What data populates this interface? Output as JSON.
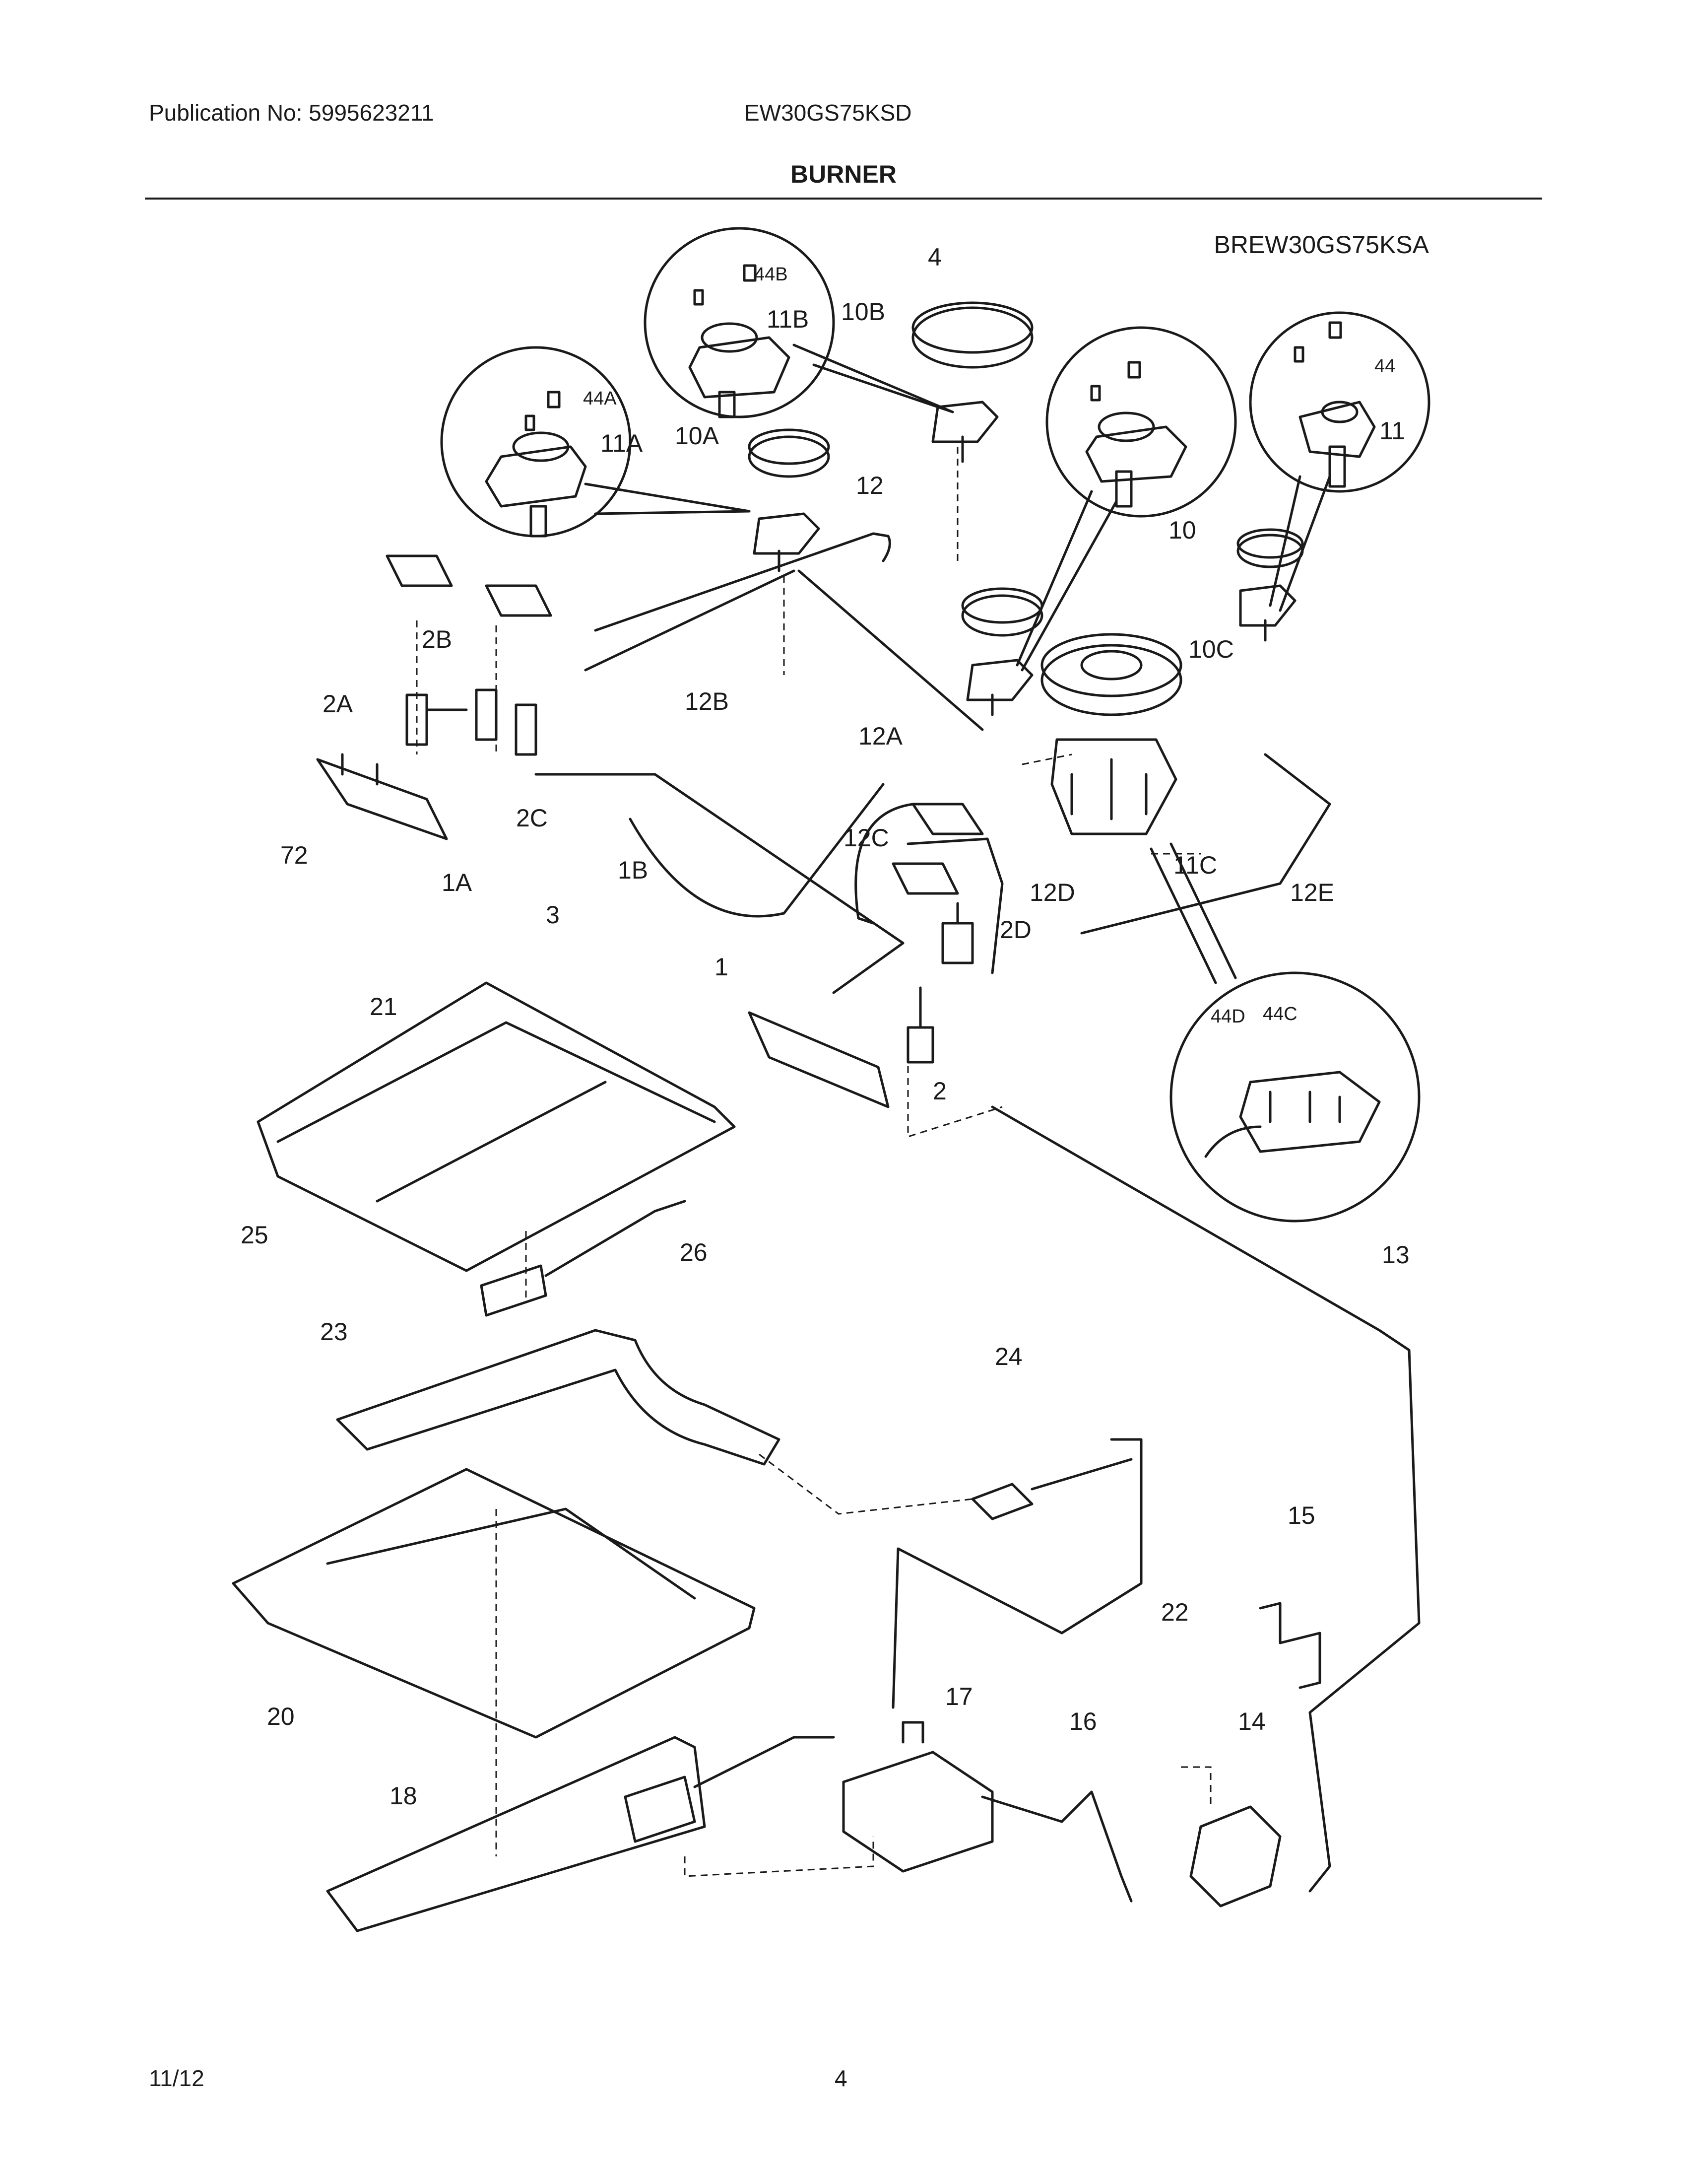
{
  "header": {
    "publication": "Publication No: 5995623211",
    "model": "EW30GS75KSD"
  },
  "section_title": "BURNER",
  "diagram_code": "BREW30GS75KSA",
  "callouts": [
    "4",
    "44B",
    "11B",
    "10B",
    "44A",
    "11A",
    "10A",
    "12",
    "10",
    "11",
    "44",
    "11C",
    "10C",
    "2A",
    "2B",
    "2C",
    "12B",
    "12A",
    "12C",
    "12D",
    "12E",
    "2D",
    "1A",
    "1B",
    "72",
    "3",
    "1",
    "2",
    "21",
    "44D",
    "44C",
    "25",
    "26",
    "13",
    "23",
    "24",
    "15",
    "22",
    "20",
    "17",
    "16",
    "14",
    "18"
  ],
  "footer": {
    "date": "11/12",
    "page": "4"
  }
}
